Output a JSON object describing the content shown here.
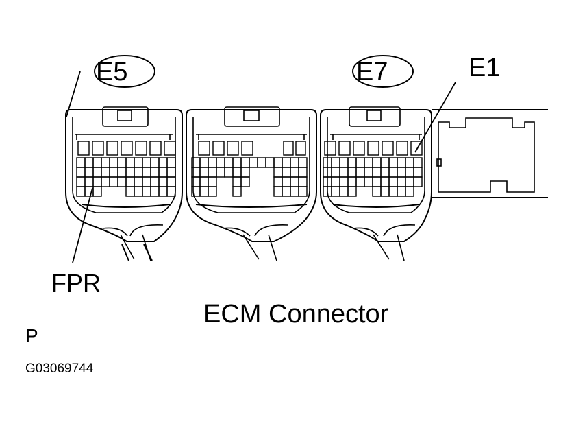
{
  "labels": {
    "e5": "E5",
    "e7": "E7",
    "e1": "E1",
    "fpr": "FPR",
    "title": "ECM Connector",
    "code": "P",
    "figure_id": "G03069744"
  },
  "colors": {
    "line": "#000000",
    "background": "#ffffff"
  }
}
